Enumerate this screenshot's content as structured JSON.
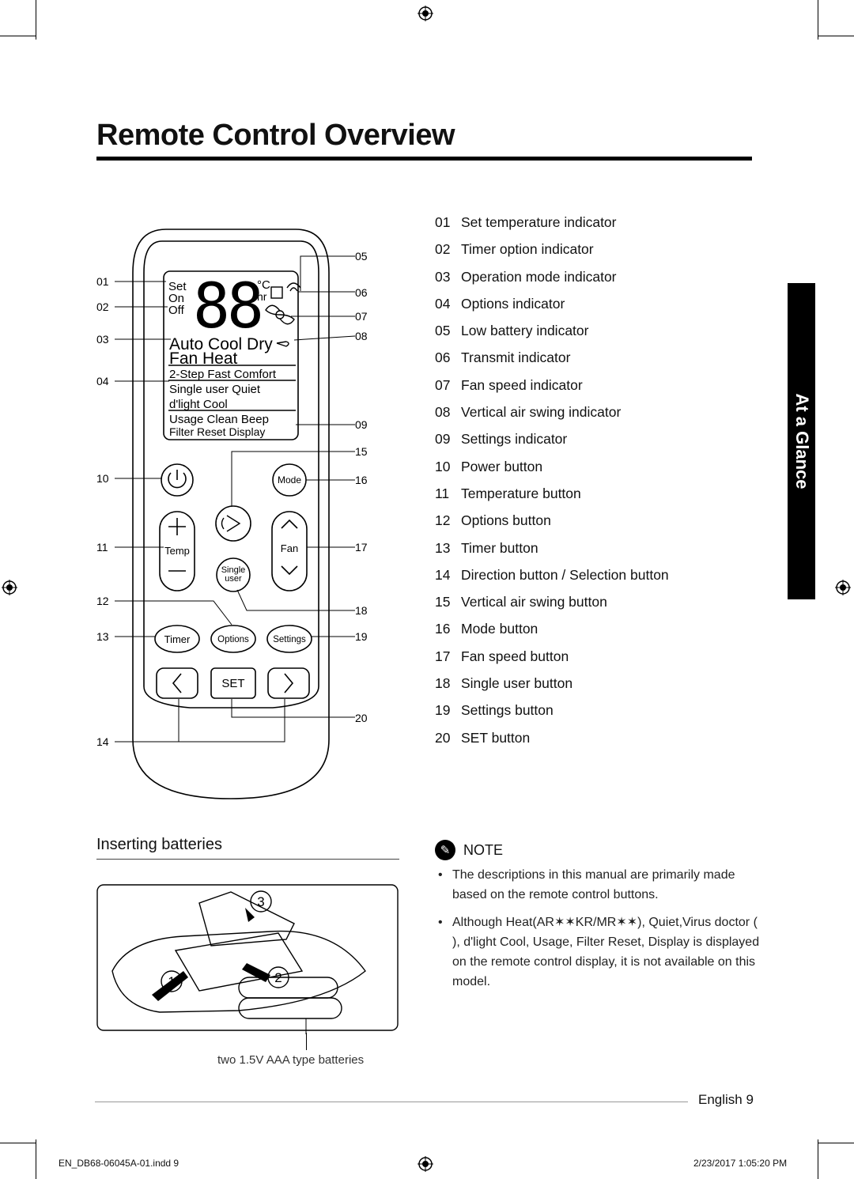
{
  "title": "Remote Control Overview",
  "side_tab": "At a Glance",
  "legend": [
    {
      "num": "01",
      "label": "Set temperature indicator"
    },
    {
      "num": "02",
      "label": "Timer option indicator"
    },
    {
      "num": "03",
      "label": "Operation mode indicator"
    },
    {
      "num": "04",
      "label": "Options indicator"
    },
    {
      "num": "05",
      "label": "Low battery indicator"
    },
    {
      "num": "06",
      "label": "Transmit indicator"
    },
    {
      "num": "07",
      "label": "Fan speed indicator"
    },
    {
      "num": "08",
      "label": "Vertical air swing indicator"
    },
    {
      "num": "09",
      "label": "Settings indicator"
    },
    {
      "num": "10",
      "label": "Power button"
    },
    {
      "num": "11",
      "label": "Temperature button"
    },
    {
      "num": "12",
      "label": "Options button"
    },
    {
      "num": "13",
      "label": "Timer button"
    },
    {
      "num": "14",
      "label": "Direction button / Selection button"
    },
    {
      "num": "15",
      "label": "Vertical air swing button"
    },
    {
      "num": "16",
      "label": "Mode button"
    },
    {
      "num": "17",
      "label": "Fan speed button"
    },
    {
      "num": "18",
      "label": "Single user button"
    },
    {
      "num": "19",
      "label": "Settings button"
    },
    {
      "num": "20",
      "label": "SET button"
    }
  ],
  "remote": {
    "lcd": {
      "set": "Set",
      "on": "On",
      "off": "Off",
      "digits": "88",
      "deg": "°C",
      "hr": "hr",
      "modes1": "Auto Cool Dry",
      "modes2": "Fan  Heat",
      "opt1": "2-Step  Fast  Comfort",
      "opt2": "Single user  Quiet",
      "opt3": "d'light Cool",
      "set1": "Usage  Clean  Beep",
      "set2": "Filter Reset   Display"
    },
    "buttons": {
      "mode": "Mode",
      "temp": "Temp",
      "fan": "Fan",
      "single1": "Single",
      "single2": "user",
      "timer": "Timer",
      "options": "Options",
      "settings": "Settings",
      "set": "SET"
    }
  },
  "batteries": {
    "title": "Inserting batteries",
    "steps": [
      "1",
      "2",
      "3"
    ],
    "caption": "two 1.5V AAA type batteries"
  },
  "note": {
    "heading": "NOTE",
    "items": [
      "The descriptions in this manual are primarily made based on the remote control buttons.",
      "Although Heat(AR✶✶KR/MR✶✶), Quiet,Virus doctor ( ), d'light Cool, Usage, Filter Reset, Display is displayed on the remote control display, it is not available on this model."
    ]
  },
  "footer": {
    "language": "English",
    "page": "9",
    "file": "EN_DB68-06045A-01.indd   9",
    "date": "2/23/2017   1:05:20 PM"
  }
}
